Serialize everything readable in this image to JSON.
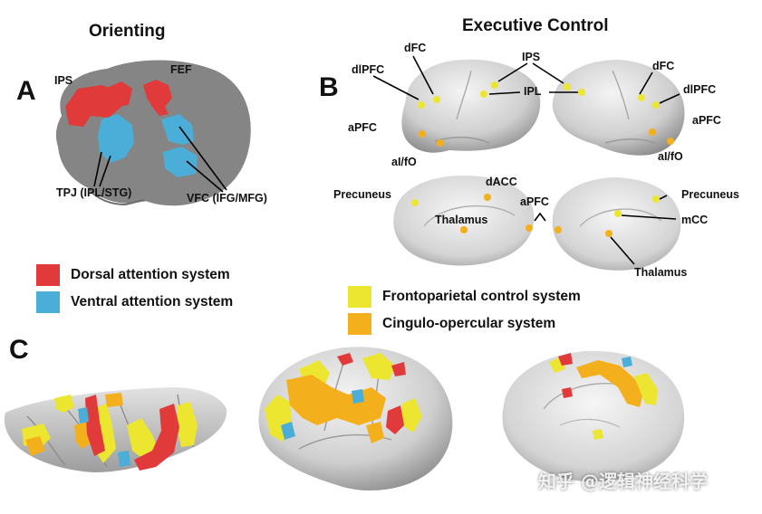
{
  "titles": {
    "orienting": "Orienting",
    "executive": "Executive Control"
  },
  "panels": {
    "a": "A",
    "b": "B",
    "c": "C"
  },
  "labels_a": {
    "ips": "IPS",
    "fef": "FEF",
    "tpj": "TPJ (IPL/STG)",
    "vfc": "VFC (IFG/MFG)"
  },
  "labels_b": {
    "dfc_l": "dFC",
    "dlpfc_l": "dlPFC",
    "apfc_l": "aPFC",
    "aifo_l": "aI/fO",
    "ips": "IPS",
    "ipl": "IPL",
    "dfc_r": "dFC",
    "dlpfc_r": "dlPFC",
    "apfc_r": "aPFC",
    "aifo_r": "aI/fO",
    "precuneus_l": "Precuneus",
    "dacc": "dACC",
    "apfc_m": "aPFC",
    "thalamus_l": "Thalamus",
    "precuneus_r": "Precuneus",
    "mcc": "mCC",
    "thalamus_r": "Thalamus"
  },
  "legend": {
    "dorsal": "Dorsal attention system",
    "ventral": "Ventral attention system",
    "frontoparietal": "Frontoparietal control system",
    "cingulo": "Cingulo-opercular system"
  },
  "colors": {
    "dorsal": "#e03a3a",
    "ventral": "#4aaed8",
    "frontoparietal": "#ece630",
    "cingulo": "#f4b01c",
    "cortex_dark": "#8c8c8c",
    "cortex_light": "#d8d8d8"
  },
  "watermark": "知乎 @逻辑神经科学"
}
